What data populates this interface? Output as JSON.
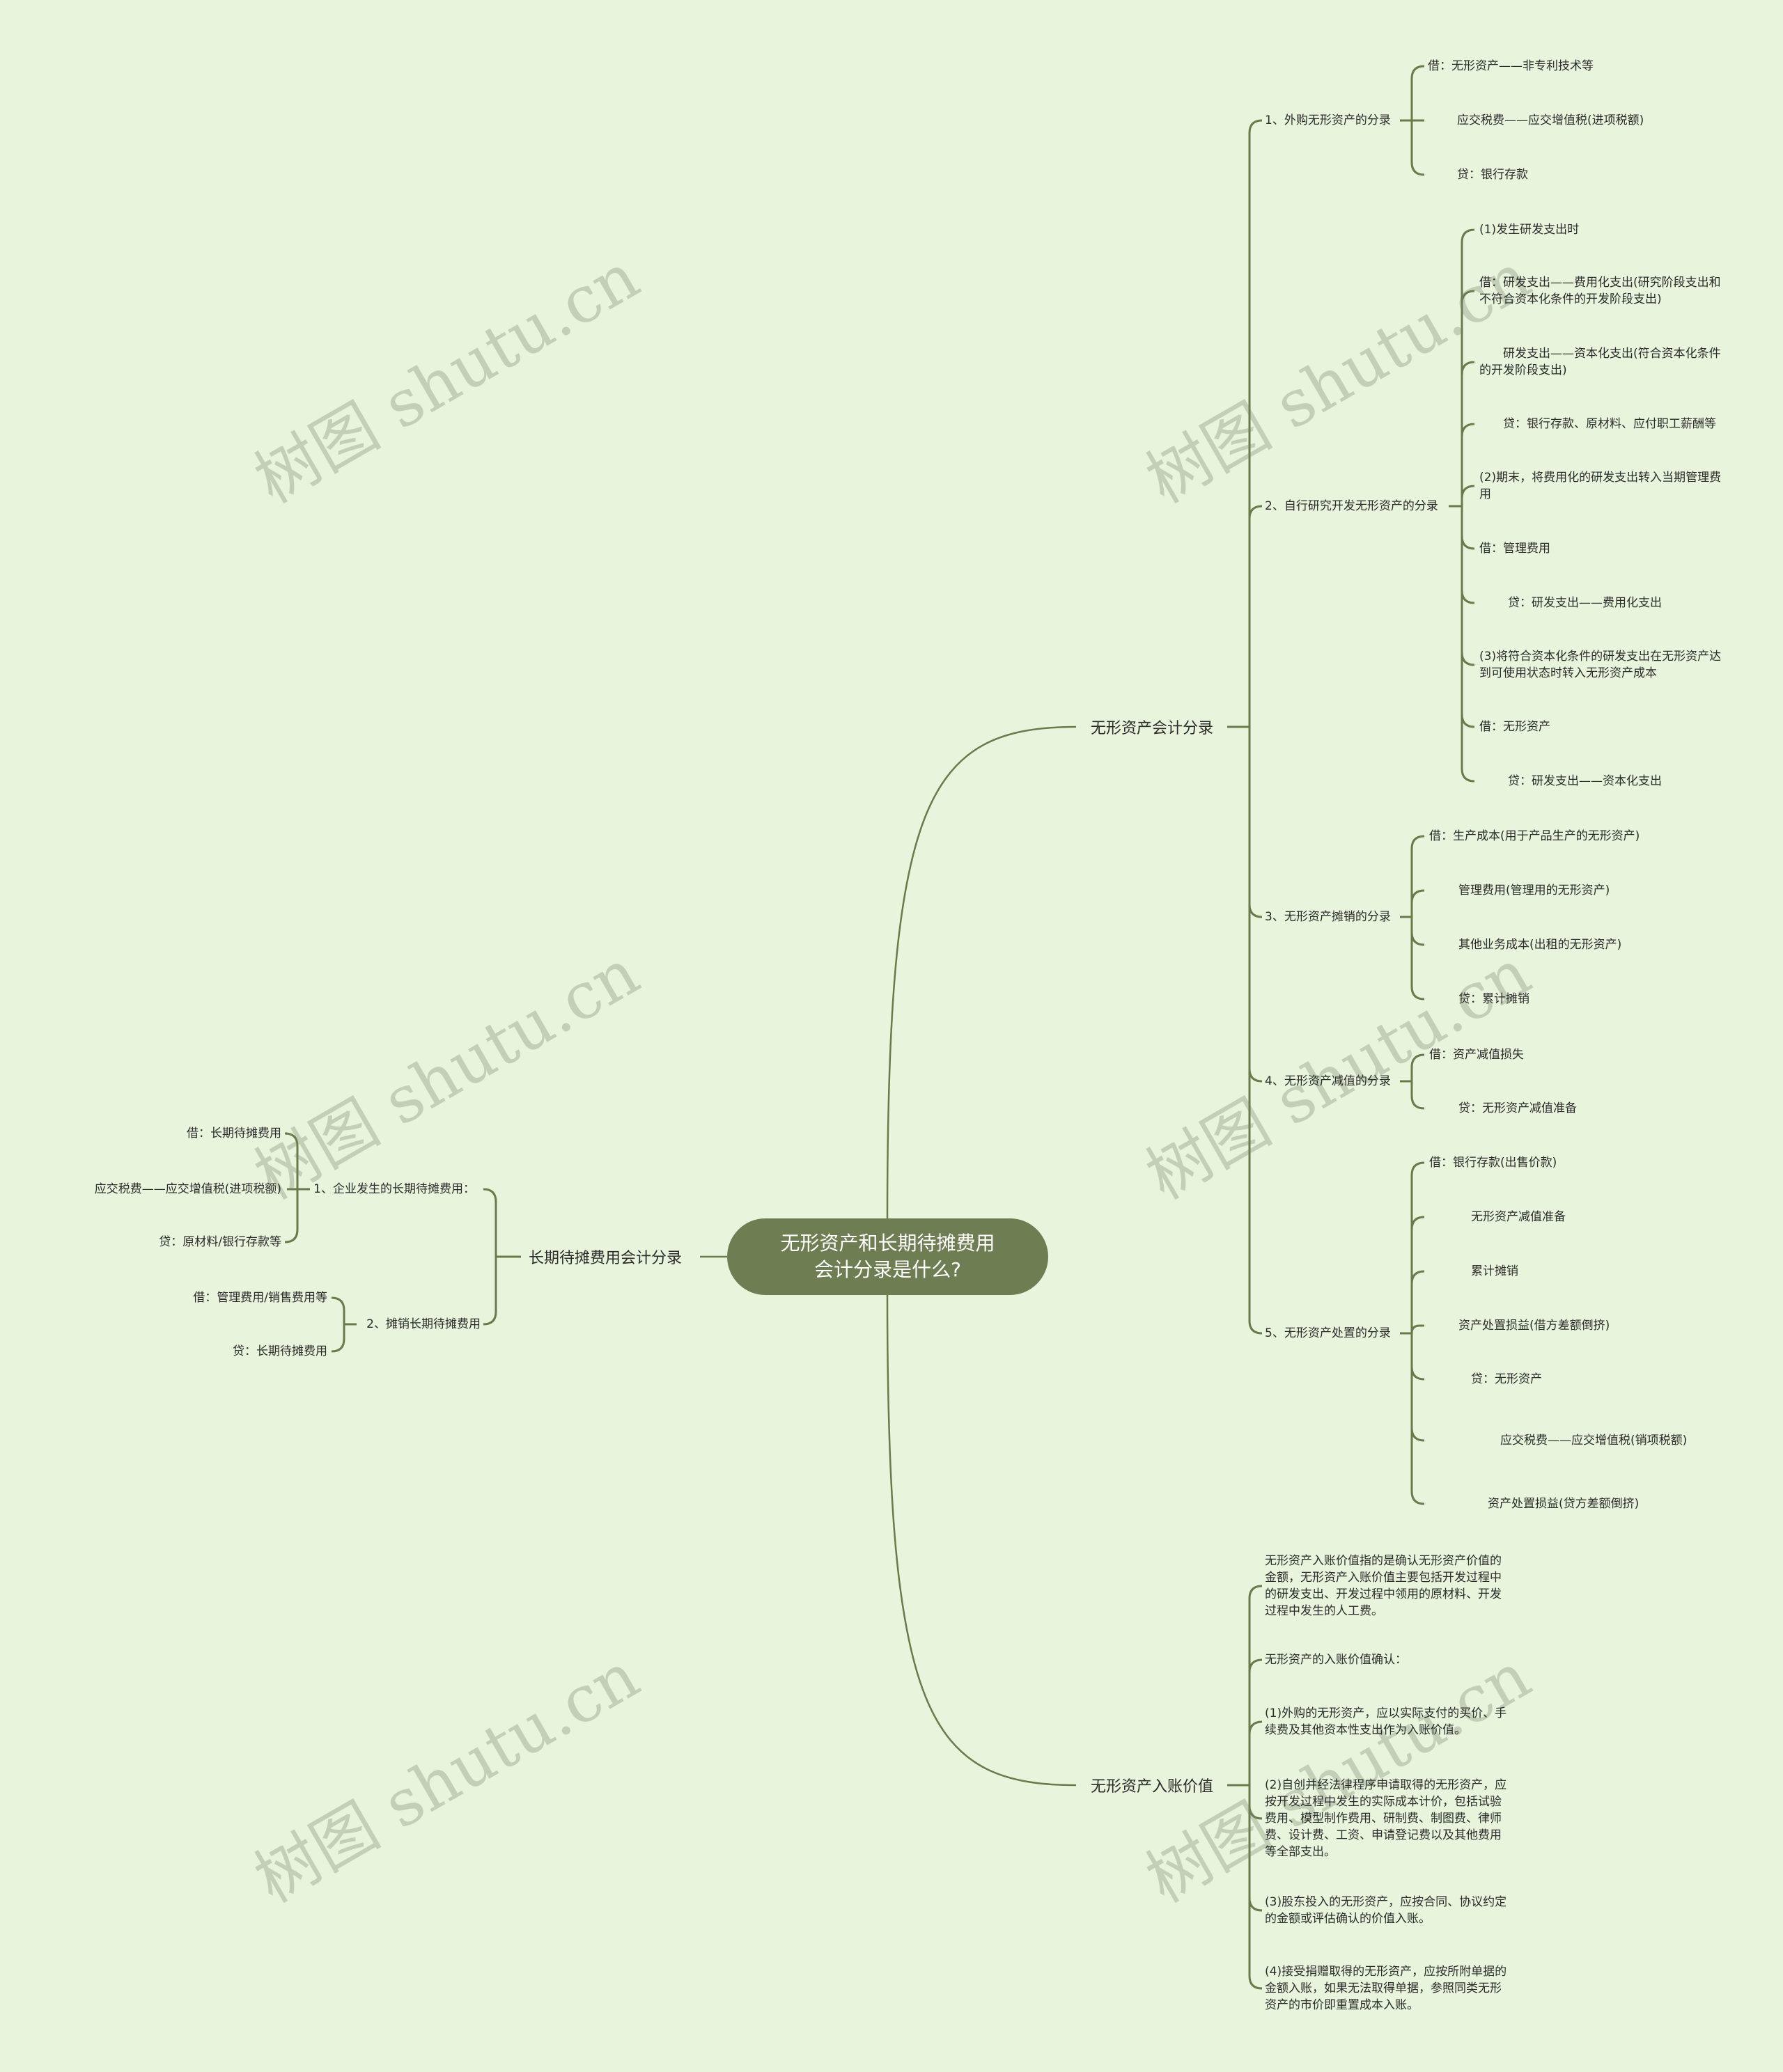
{
  "center": "无形资产和长期待摊费用会计分录是什么?",
  "colors": {
    "background": "#e8f4dc",
    "center_fill": "#6e7d52",
    "line": "#6b7a4a"
  },
  "watermark": "树图 shutu.cn",
  "right_top": {
    "label": "无形资产会计分录",
    "children": [
      {
        "label": "1、外购无形资产的分录",
        "items": [
          "借：无形资产——非专利技术等",
          "应交税费——应交增值税(进项税额)",
          "贷：银行存款"
        ]
      },
      {
        "label": "2、自行研究开发无形资产的分录",
        "items": [
          "(1)发生研发支出时",
          "借：研发支出——费用化支出(研究阶段支出和不符合资本化条件的开发阶段支出)",
          "研发支出——资本化支出(符合资本化条件的开发阶段支出)",
          "贷：银行存款、原材料、应付职工薪酬等",
          "(2)期末，将费用化的研发支出转入当期管理费用",
          "借：管理费用",
          "贷：研发支出——费用化支出",
          "(3)将符合资本化条件的研发支出在无形资产达到可使用状态时转入无形资产成本",
          "借：无形资产",
          "贷：研发支出——资本化支出"
        ]
      },
      {
        "label": "3、无形资产摊销的分录",
        "items": [
          "借：生产成本(用于产品生产的无形资产)",
          "管理费用(管理用的无形资产)",
          "其他业务成本(出租的无形资产)",
          "贷：累计摊销"
        ]
      },
      {
        "label": "4、无形资产减值的分录",
        "items": [
          "借：资产减值损失",
          "贷：无形资产减值准备"
        ]
      },
      {
        "label": "5、无形资产处置的分录",
        "items": [
          "借：银行存款(出售价款)",
          "无形资产减值准备",
          "累计摊销",
          "资产处置损益(借方差额倒挤)",
          "贷：无形资产",
          "应交税费——应交增值税(销项税额)",
          "资产处置损益(贷方差额倒挤)"
        ]
      }
    ]
  },
  "right_bottom": {
    "label": "无形资产入账价值",
    "items": [
      "无形资产入账价值指的是确认无形资产价值的金额，无形资产入账价值主要包括开发过程中的研发支出、开发过程中领用的原材料、开发过程中发生的人工费。",
      "无形资产的入账价值确认：",
      "(1)外购的无形资产，应以实际支付的买价、手续费及其他资本性支出作为入账价值。",
      "(2)自创并经法律程序申请取得的无形资产，应按开发过程中发生的实际成本计价，包括试验费用、模型制作费用、研制费、制图费、律师费、设计费、工资、申请登记费以及其他费用等全部支出。",
      "(3)股东投入的无形资产，应按合同、协议约定的金额或评估确认的价值入账。",
      "(4)接受捐赠取得的无形资产，应按所附单据的金额入账，如果无法取得单据，参照同类无形资产的市价即重置成本入账。"
    ]
  },
  "left": {
    "label": "长期待摊费用会计分录",
    "children": [
      {
        "label": "1、企业发生的长期待摊费用：",
        "items": [
          "借：长期待摊费用",
          "应交税费——应交增值税(进项税额)",
          "贷：原材料/银行存款等"
        ]
      },
      {
        "label": "2、摊销长期待摊费用",
        "items": [
          "借：管理费用/销售费用等",
          "贷：长期待摊费用"
        ]
      }
    ]
  }
}
